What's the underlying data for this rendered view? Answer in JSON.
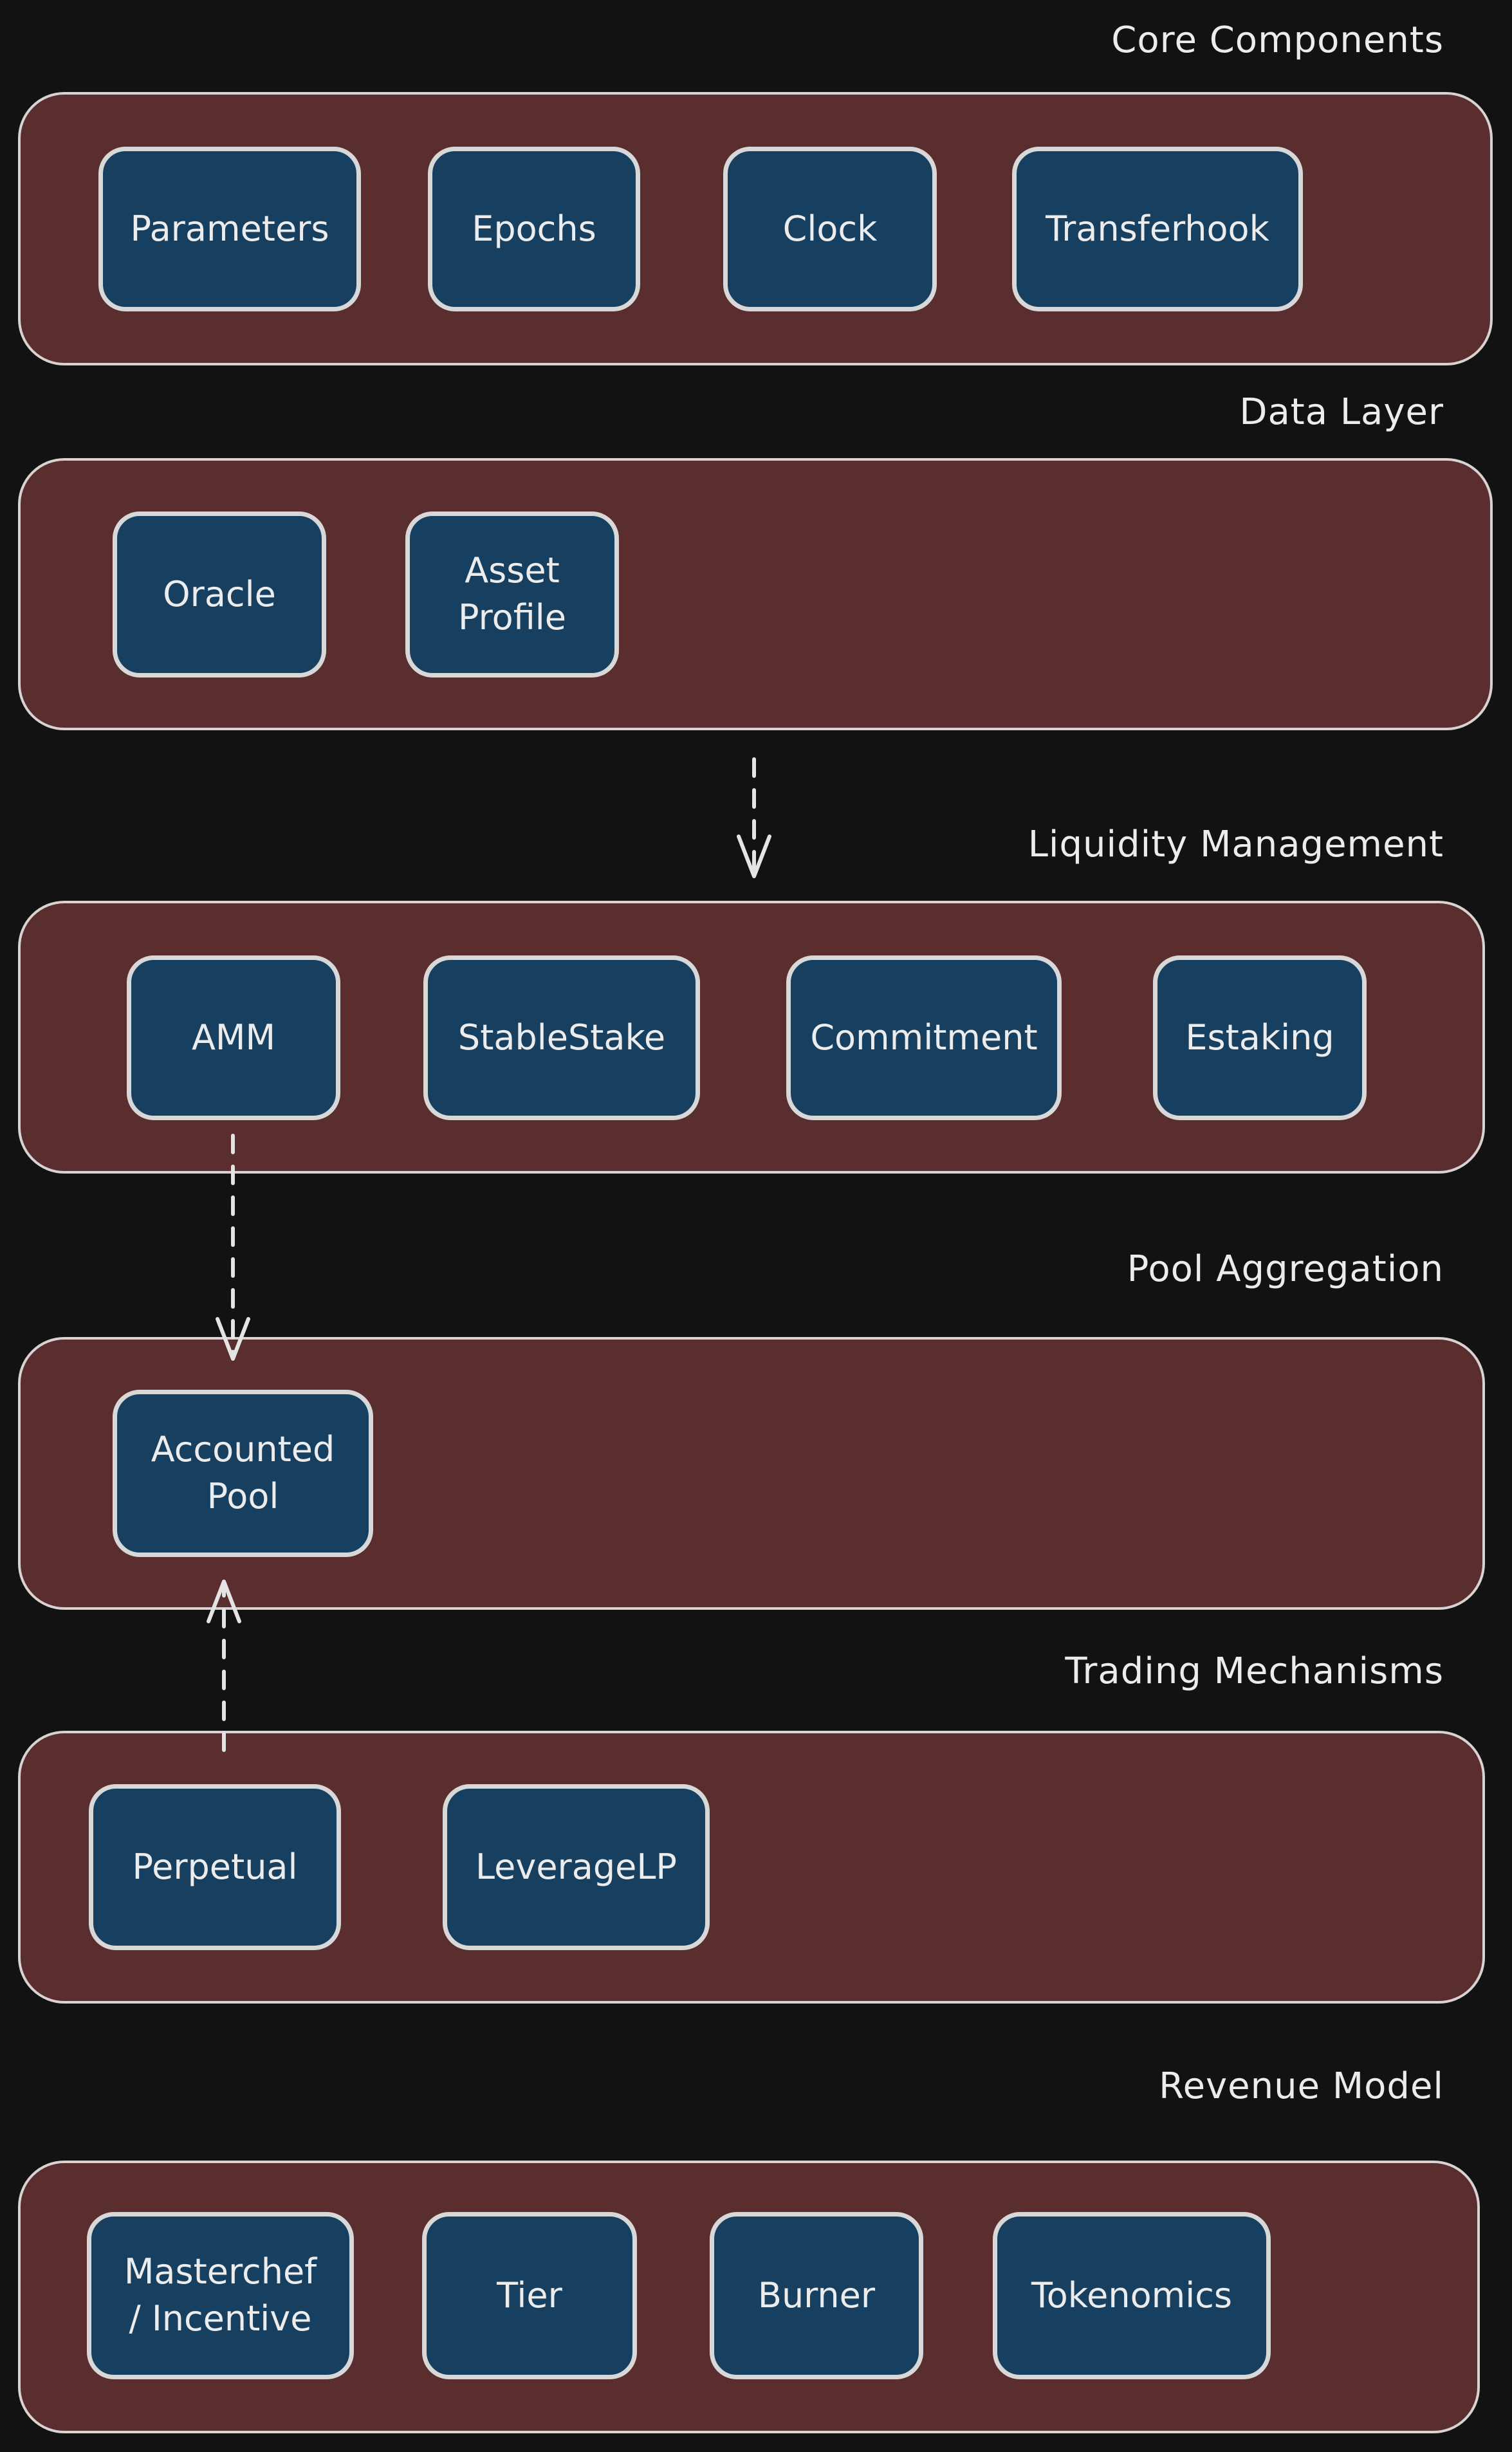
{
  "colors": {
    "background": "#121212",
    "layer_fill": "#5a2e2e",
    "box_fill": "#173f60",
    "stroke": "#d8d8d8"
  },
  "core": {
    "title": "Core Components",
    "items": [
      "Parameters",
      "Epochs",
      "Clock",
      "Transferhook"
    ]
  },
  "data_layer": {
    "title": "Data Layer",
    "items": [
      "Oracle",
      "Asset\nProfile"
    ]
  },
  "liquidity": {
    "title": "Liquidity Management",
    "items": [
      "AMM",
      "StableStake",
      "Commitment",
      "Estaking"
    ]
  },
  "pool": {
    "title": "Pool Aggregation",
    "items": [
      "Accounted\nPool"
    ]
  },
  "trading": {
    "title": "Trading Mechanisms",
    "items": [
      "Perpetual",
      "LeverageLP"
    ]
  },
  "revenue": {
    "title": "Revenue Model",
    "items": [
      "Masterchef\n/ Incentive",
      "Tier",
      "Burner",
      "Tokenomics"
    ]
  }
}
